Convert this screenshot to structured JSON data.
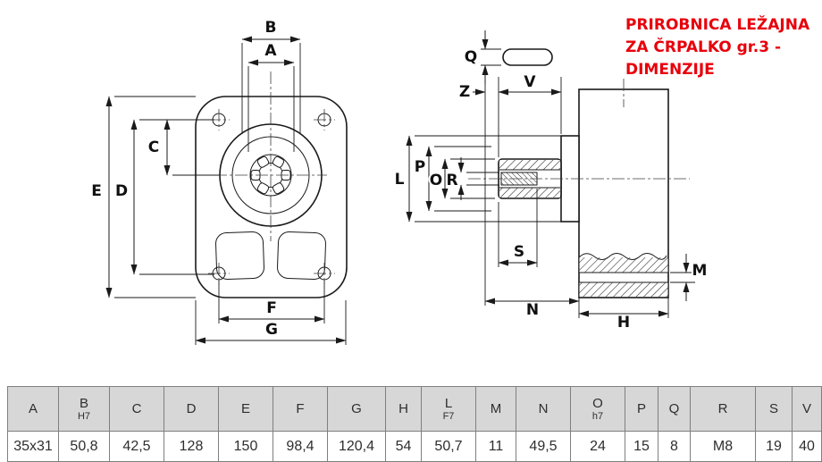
{
  "title": {
    "lines": [
      "PRIROBNICA LEŽAJNA",
      "ZA ČRPALKO gr.3 -",
      "DIMENZIJE"
    ],
    "color": "#e8000b"
  },
  "drawing": {
    "labels": {
      "A": "A",
      "B": "B",
      "C": "C",
      "D": "D",
      "E": "E",
      "F": "F",
      "G": "G",
      "H": "H",
      "L": "L",
      "M": "M",
      "N": "N",
      "O": "O",
      "P": "P",
      "Q": "Q",
      "R": "R",
      "S": "S",
      "V": "V",
      "Z": "Z"
    }
  },
  "table": {
    "headers": [
      {
        "main": "A",
        "sub": ""
      },
      {
        "main": "B",
        "sub": "H7"
      },
      {
        "main": "C",
        "sub": ""
      },
      {
        "main": "D",
        "sub": ""
      },
      {
        "main": "E",
        "sub": ""
      },
      {
        "main": "F",
        "sub": ""
      },
      {
        "main": "G",
        "sub": ""
      },
      {
        "main": "H",
        "sub": ""
      },
      {
        "main": "L",
        "sub": "F7"
      },
      {
        "main": "M",
        "sub": ""
      },
      {
        "main": "N",
        "sub": ""
      },
      {
        "main": "O",
        "sub": "h7"
      },
      {
        "main": "P",
        "sub": ""
      },
      {
        "main": "Q",
        "sub": ""
      },
      {
        "main": "R",
        "sub": ""
      },
      {
        "main": "S",
        "sub": ""
      },
      {
        "main": "V",
        "sub": ""
      }
    ],
    "values": [
      "35x31",
      "50,8",
      "42,5",
      "128",
      "150",
      "98,4",
      "120,4",
      "54",
      "50,7",
      "11",
      "49,5",
      "24",
      "15",
      "8",
      "M8",
      "19",
      "40"
    ]
  }
}
